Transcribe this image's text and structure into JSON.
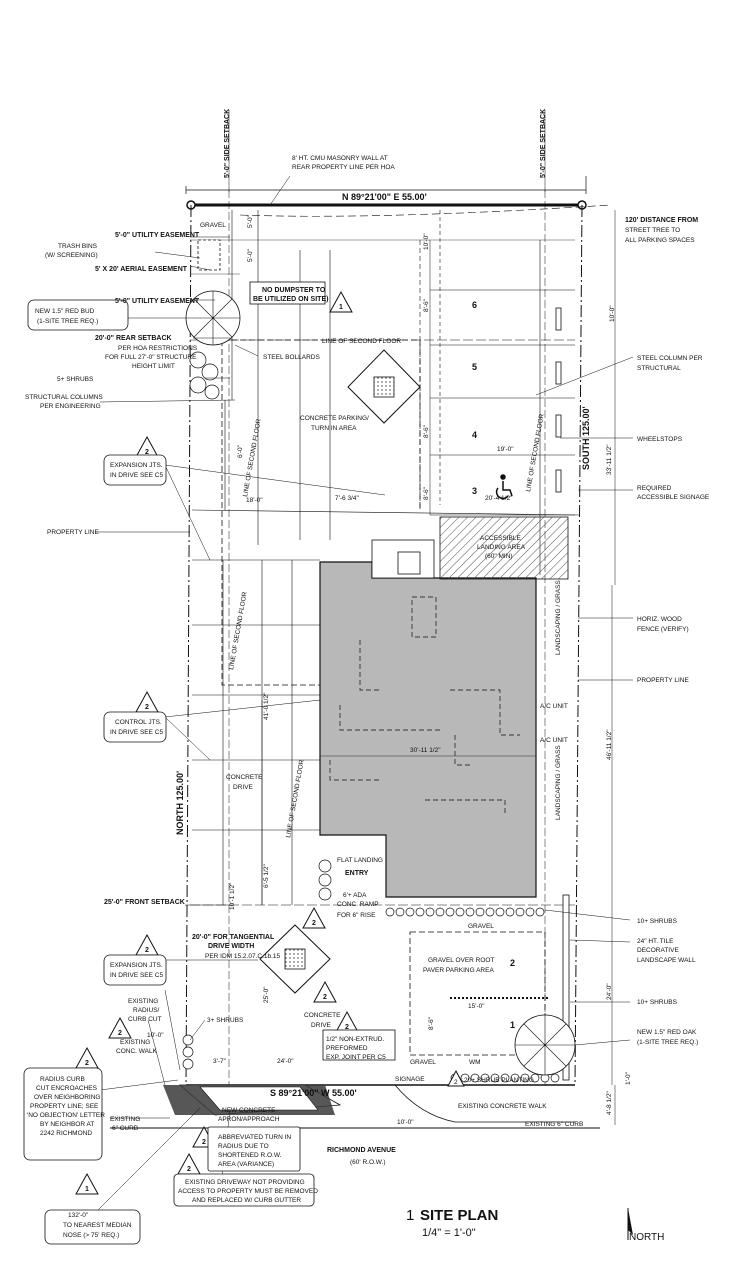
{
  "setbacks": {
    "side_left": "5'-0\" SIDE SETBACK",
    "side_right": "5'-0\" SIDE SETBACK",
    "front": "25'-0\" FRONT SETBACK"
  },
  "bearings": {
    "north_line": "N 89°21'00\" E  55.00'",
    "south_line": "S 89°21'00\" W  55.00'",
    "east_line": "SOUTH  125.00'",
    "west_line": "NORTH  125.00'"
  },
  "notes": {
    "cmu_wall_1": "8' HT. CMU MASONRY WALL AT",
    "cmu_wall_2": "REAR PROPERTY LINE PER HOA",
    "gravel_top": "GRAVEL",
    "utility_easement_1": "5'-0\" UTILITY EASEMENT",
    "trash_1": "TRASH BINS",
    "trash_2": "(W/ SCREENING)",
    "aerial_easement": "5' X 20' AERIAL EASEMENT",
    "utility_easement_2": "5'-0\" UTILITY EASEMENT",
    "redbud_1": "NEW 1.5\" RED BUD",
    "redbud_2": "(1-SITE TREE REQ.)",
    "rear_setback": "20'-0\" REAR SETBACK",
    "hoa_1": "PER HOA RESTRICTIONS",
    "hoa_2": "FOR FULL 27'-0\" STRUCTURE",
    "hoa_3": "HEIGHT LIMIT",
    "shrubs_5": "5+ SHRUBS",
    "struct_col_1": "STRUCTURAL COLUMNS",
    "struct_col_2": "PER ENGINEERING",
    "no_dumpster_1": "NO DUMPSTER TO",
    "no_dumpster_2": "BE UTILIZED ON SITE)",
    "steel_bollards": "STEEL BOLLARDS",
    "line_second_floor": "LINE OF SECOND FLOOR",
    "concrete_parking_1": "CONCRETE PARKING/",
    "concrete_parking_2": "TURN IN AREA",
    "distance_1": "120' DISTANCE FROM",
    "distance_2": "STREET TREE TO",
    "distance_3": "ALL PARKING SPACES",
    "steel_col_1": "STEEL COLUMN PER",
    "steel_col_2": "STRUCTURAL",
    "wheelstops": "WHEELSTOPS",
    "req_sign_1": "REQUIRED",
    "req_sign_2": "ACCESSIBLE SIGNAGE",
    "expansion_1": "EXPANSION JTS.",
    "expansion_2": "IN DRIVE SEE C5",
    "property_line": "PROPERTY LINE",
    "accessible_1": "ACCESSIBLE",
    "accessible_2": "LANDING AREA",
    "accessible_3": "(60\" MIN)",
    "horiz_fence_1": "HORIZ. WOOD",
    "horiz_fence_2": "FENCE (VERIFY)",
    "landscaping": "LANDSCAPING / GRASS",
    "control_1": "CONTROL JTS.",
    "control_2": "IN DRIVE SEE C5",
    "ac_unit": "A/C UNIT",
    "concrete_drive_1": "CONCRETE",
    "concrete_drive_2": "DRIVE",
    "flat_landing": "FLAT LANDING",
    "entry": "ENTRY",
    "ada_ramp_1": "6'+ ADA",
    "ada_ramp_2": "CONC. RAMP",
    "ada_ramp_3": "FOR 6\" RISE",
    "shrubs_10a": "10+ SHRUBS",
    "gravel_mid": "GRAVEL",
    "tile_wall_1": "24\" HT. TILE",
    "tile_wall_2": "DECORATIVE",
    "tile_wall_3": "LANDSCAPE WALL",
    "tangential_1": "20'-0\" FOR TANGENTIAL",
    "tangential_2": "DRIVE WIDTH",
    "tangential_3": "PER IDM 15.2.07.C.1b.15",
    "gravel_paver_1": "GRAVEL OVER ROOT",
    "gravel_paver_2": "PAVER PARKING AREA",
    "shrubs_10b": "10+ SHRUBS",
    "existing_radius_1": "EXISTING",
    "existing_radius_2": "RADIUS/",
    "existing_radius_3": "CURB CUT",
    "shrubs_3": "3+ SHRUBS",
    "red_oak_1": "NEW 1.5\" RED OAK",
    "red_oak_2": "(1-SITE TREE REQ.)",
    "existing_walk_1": "EXISTING",
    "existing_walk_2": "CONC. WALK",
    "non_extrud_1": "1/2\" NON-EXTRUD.",
    "non_extrud_2": "PREFORMED",
    "non_extrud_3": "EXP. JOINT PER C5",
    "radius_curb_1": "RADIUS CURB",
    "radius_curb_2": "CUT ENCROACHES",
    "radius_curb_3": "OVER NEIGHBORING",
    "radius_curb_4": "PROPERTY LINE; SEE",
    "radius_curb_5": "'NO OBJECTION' LETTER",
    "radius_curb_6": "BY NEIGHBOR AT",
    "radius_curb_7": "2242 RICHMOND",
    "gravel_low": "GRAVEL",
    "shrub_planting": "20+ SHRUB PLANTING",
    "existing_curb_1": "EXISTING",
    "existing_curb_2": "6\" CURB",
    "new_apron_1": "NEW CONCRETE",
    "new_apron_2": "APRON/APPROACH",
    "abbrev_1": "ABBREVIATED TURN IN",
    "abbrev_2": "RADIUS DUE TO",
    "abbrev_3": "SHORTENED R.O.W.",
    "abbrev_4": "AREA (VARIANCE)",
    "existing_walk_s": "EXISTING CONCRETE WALK",
    "existing_curb_s": "EXISTING 6\" CURB",
    "street": "RICHMOND AVENUE",
    "street_row": "(60' R.O.W.)",
    "driveway_1": "EXISTING DRIVEWAY NOT PROVIDING",
    "driveway_2": "ACCESS TO PROPERTY MUST BE REMOVED",
    "driveway_3": "AND REPLACED W/ CURB GUTTER",
    "median_1": "132'-0\"",
    "median_2": "TO NEAREST MEDIAN",
    "median_3": "NOSE (> 75' REQ.)",
    "signage": "SIGNAGE",
    "wm": "WM"
  },
  "parking_spaces": [
    "6",
    "5",
    "4",
    "3",
    "2",
    "1"
  ],
  "dimensions": {
    "d_10_0": "10'-0\"",
    "d_5_0": "5'-0\"",
    "d_8_6": "8'-6\"",
    "d_19_0": "19'-0\"",
    "d_20_4": "20'-4 1/2\"",
    "d_18_0": "18'-0\"",
    "d_7_6": "7'-6 3/4\"",
    "d_30_11": "30'-11 1/2\"",
    "d_41_0": "41'-0 1/2\"",
    "d_6_5": "6'-5 1/2\"",
    "d_10_1": "10'-1 1/2\"",
    "d_25_0": "25'-0\"",
    "d_24_0": "24'-0\"",
    "d_3_7": "3'-7\"",
    "d_33_11": "33'-11 1/2\"",
    "d_46_11": "46'-11 1/2\"",
    "d_4_8": "4'-8 1/2\"",
    "d_1_0": "1'-0\"",
    "d_15_0": "15'-0\"",
    "d_6_0": "6'-0\""
  },
  "revision_tags": [
    "1",
    "2"
  ],
  "sheet_title": {
    "number": "1",
    "name": "SITE PLAN",
    "scale": "1/4\" = 1'-0\""
  },
  "north_label": "NORTH",
  "colors": {
    "line": "#111111",
    "building_fill": "#b8b8b8",
    "hatch": "#555555"
  }
}
